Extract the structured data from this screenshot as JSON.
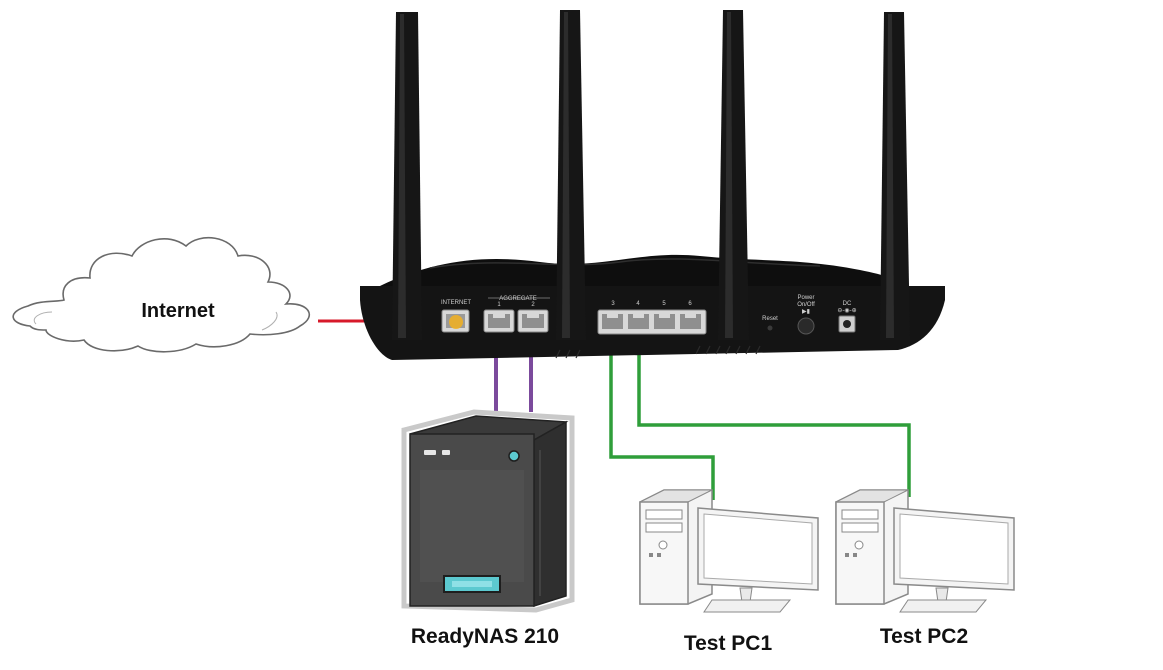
{
  "cloud": {
    "label": "Internet"
  },
  "router": {
    "internet_port_label": "INTERNET",
    "aggregate_label": "AGGREGATE",
    "aggregate_port_numbers": [
      "1",
      "2"
    ],
    "lan_port_numbers": [
      "3",
      "4",
      "5",
      "6"
    ],
    "reset_label": "Reset",
    "power_label_line1": "Power",
    "power_label_line2": "On/Off",
    "dc_label": "DC"
  },
  "devices": {
    "nas_label": "ReadyNAS 210",
    "pc1_label": "Test PC1",
    "pc2_label": "Test PC2"
  },
  "colors": {
    "internet_cable": "#d7192a",
    "aggregate_cable": "#7b4a9c",
    "lan_cable": "#2f9e3a",
    "router_body": "#141414",
    "nas_screen": "#5cc9d0"
  }
}
